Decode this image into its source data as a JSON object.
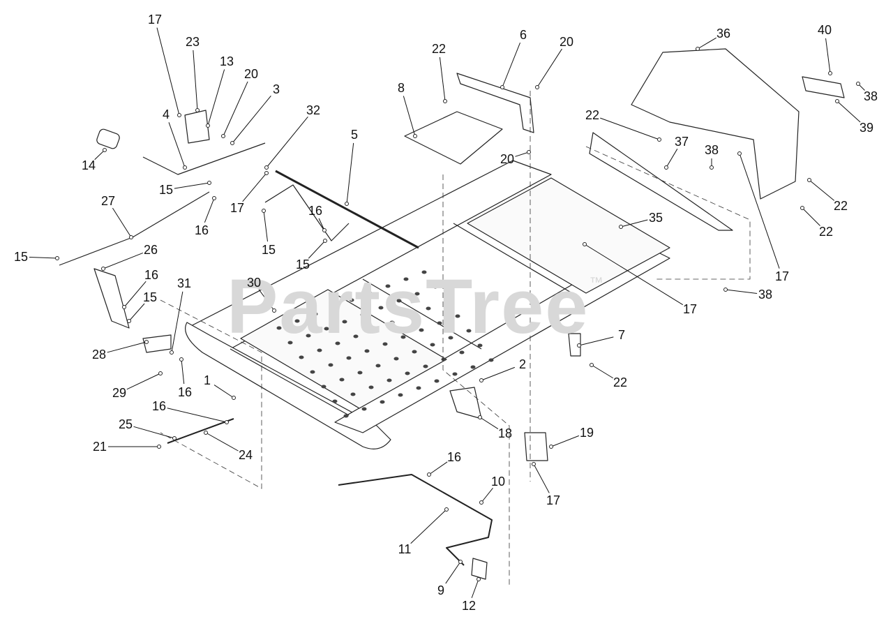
{
  "watermark": {
    "text": "PartsTree",
    "mark": "™"
  },
  "callouts": [
    {
      "label": "17",
      "id": "c-17a"
    },
    {
      "label": "23",
      "id": "c-23"
    },
    {
      "label": "13",
      "id": "c-13"
    },
    {
      "label": "20",
      "id": "c-20a"
    },
    {
      "label": "3",
      "id": "c-3"
    },
    {
      "label": "4",
      "id": "c-4"
    },
    {
      "label": "32",
      "id": "c-32"
    },
    {
      "label": "5",
      "id": "c-5"
    },
    {
      "label": "14",
      "id": "c-14"
    },
    {
      "label": "15",
      "id": "c-15a"
    },
    {
      "label": "17",
      "id": "c-17b"
    },
    {
      "label": "16",
      "id": "c-16a"
    },
    {
      "label": "27",
      "id": "c-27"
    },
    {
      "label": "16",
      "id": "c-16b"
    },
    {
      "label": "15",
      "id": "c-15b"
    },
    {
      "label": "15",
      "id": "c-15c"
    },
    {
      "label": "15",
      "id": "c-15d"
    },
    {
      "label": "26",
      "id": "c-26"
    },
    {
      "label": "16",
      "id": "c-16c"
    },
    {
      "label": "15",
      "id": "c-15e"
    },
    {
      "label": "31",
      "id": "c-31"
    },
    {
      "label": "30",
      "id": "c-30"
    },
    {
      "label": "28",
      "id": "c-28"
    },
    {
      "label": "29",
      "id": "c-29"
    },
    {
      "label": "16",
      "id": "c-16d"
    },
    {
      "label": "1",
      "id": "c-1"
    },
    {
      "label": "16",
      "id": "c-16e"
    },
    {
      "label": "25",
      "id": "c-25"
    },
    {
      "label": "21",
      "id": "c-21"
    },
    {
      "label": "24",
      "id": "c-24"
    },
    {
      "label": "22",
      "id": "c-22a"
    },
    {
      "label": "6",
      "id": "c-6"
    },
    {
      "label": "20",
      "id": "c-20b"
    },
    {
      "label": "8",
      "id": "c-8"
    },
    {
      "label": "20",
      "id": "c-20c"
    },
    {
      "label": "22",
      "id": "c-22b"
    },
    {
      "label": "37",
      "id": "c-37"
    },
    {
      "label": "38",
      "id": "c-38a"
    },
    {
      "label": "35",
      "id": "c-35"
    },
    {
      "label": "17",
      "id": "c-17c"
    },
    {
      "label": "36",
      "id": "c-36"
    },
    {
      "label": "40",
      "id": "c-40"
    },
    {
      "label": "38",
      "id": "c-38b"
    },
    {
      "label": "39",
      "id": "c-39"
    },
    {
      "label": "22",
      "id": "c-22c"
    },
    {
      "label": "22",
      "id": "c-22d"
    },
    {
      "label": "17",
      "id": "c-17d"
    },
    {
      "label": "38",
      "id": "c-38c"
    },
    {
      "label": "7",
      "id": "c-7"
    },
    {
      "label": "22",
      "id": "c-22e"
    },
    {
      "label": "2",
      "id": "c-2"
    },
    {
      "label": "18",
      "id": "c-18"
    },
    {
      "label": "19",
      "id": "c-19"
    },
    {
      "label": "17",
      "id": "c-17e"
    },
    {
      "label": "16",
      "id": "c-16f"
    },
    {
      "label": "10",
      "id": "c-10"
    },
    {
      "label": "11",
      "id": "c-11"
    },
    {
      "label": "9",
      "id": "c-9"
    },
    {
      "label": "12",
      "id": "c-12"
    }
  ]
}
